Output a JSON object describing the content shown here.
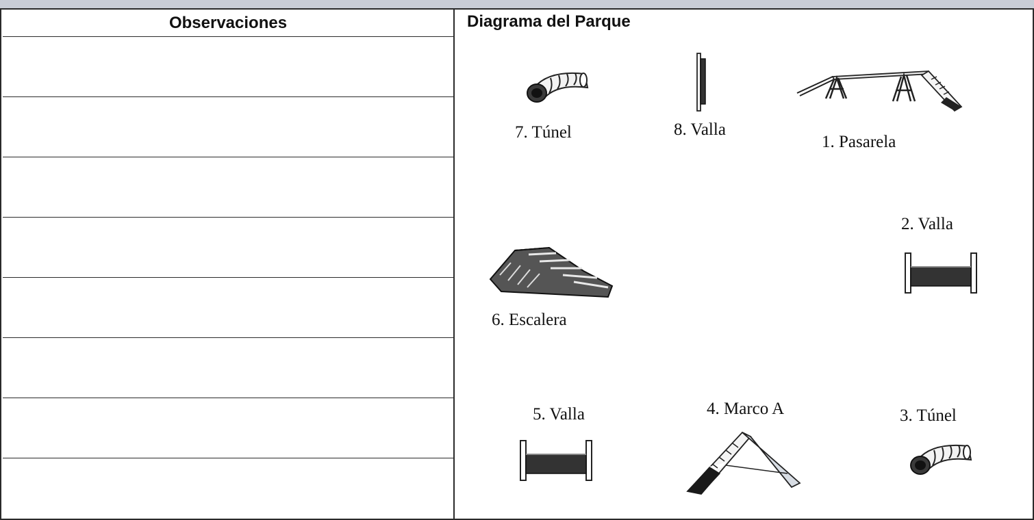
{
  "observations": {
    "header": "Observaciones",
    "rows": [
      "",
      "",
      "",
      "",
      "",
      "",
      "",
      ""
    ]
  },
  "diagram": {
    "title": "Diagrama del Parque",
    "equipment": [
      {
        "number": 1,
        "label": "1. Pasarela",
        "icon": "dogwalk-icon"
      },
      {
        "number": 2,
        "label": "2. Valla",
        "icon": "hurdle-icon"
      },
      {
        "number": 3,
        "label": "3. Túnel",
        "icon": "tunnel-icon"
      },
      {
        "number": 4,
        "label": "4. Marco A",
        "icon": "a-frame-icon"
      },
      {
        "number": 5,
        "label": "5. Valla",
        "icon": "hurdle-icon"
      },
      {
        "number": 6,
        "label": "6. Escalera",
        "icon": "stairs-icon"
      },
      {
        "number": 7,
        "label": "7. Túnel",
        "icon": "tunnel-icon"
      },
      {
        "number": 8,
        "label": "8. Valla",
        "icon": "hurdle-side-icon"
      }
    ]
  }
}
